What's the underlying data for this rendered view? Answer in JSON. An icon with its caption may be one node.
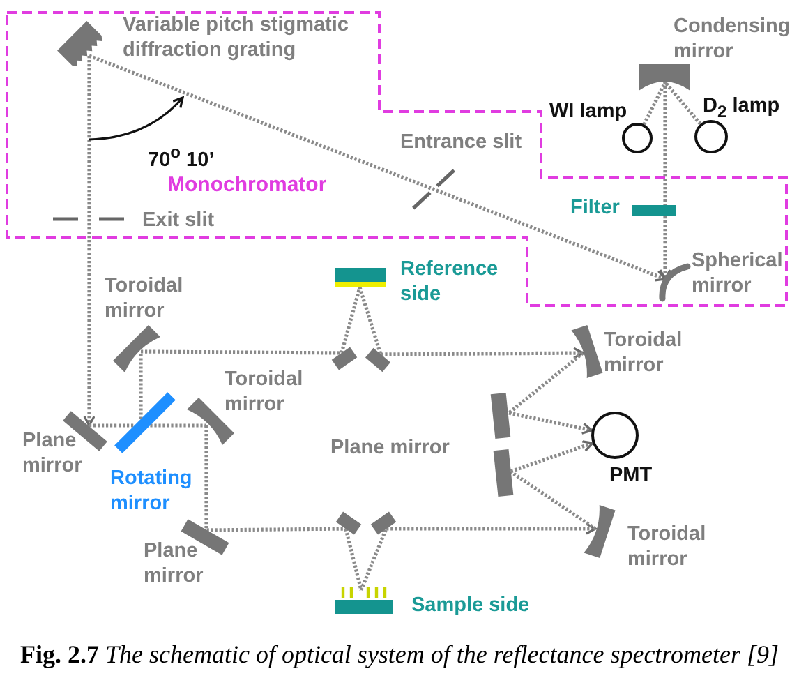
{
  "diagram": {
    "caption": "**Fig. 2.7** *The schematic of optical system of the reflectance spectrometer [9]*",
    "nodes": [
      {
        "text": [
          "Monochromator"
        ]
      },
      {
        "text": [],
        "shape": "picture",
        "in": 0,
        "beside": [
          "Variable pitch stigmatic diffraction grating"
        ]
      },
      {
        "text": [],
        "shape": "bar",
        "beside": [
          "Condensing mirror"
        ]
      },
      {
        "text": [],
        "shape": "circle",
        "beside": [
          "WI lamp"
        ]
      },
      {
        "text": [],
        "shape": "circle",
        "beside": [
          "D$_{2}$ lamp"
        ]
      },
      {
        "text": [],
        "shape": "arc",
        "in": 0,
        "beside": [
          "Spherical mirror"
        ]
      },
      {
        "text": [],
        "shape": "bar",
        "beside": [
          "Toroidal mirror"
        ]
      },
      {
        "text": [],
        "shape": "bar",
        "beside": [
          "Reference side"
        ]
      },
      {
        "text": [],
        "shape": "bar"
      },
      {
        "text": [],
        "shape": "bar"
      },
      {
        "text": [],
        "shape": "bar",
        "beside": [
          "Toroidal mirror"
        ]
      },
      {
        "text": [],
        "shape": "bar",
        "beside": [
          "Toroidal mirror"
        ]
      },
      {
        "text": [],
        "shape": "bar",
        "beside": [
          "Plane mirror"
        ]
      },
      {
        "text": [],
        "shape": "bar",
        "beside": [
          "Rotating mirror"
        ]
      },
      {
        "text": [],
        "shape": "bar"
      },
      {
        "text": [],
        "shape": "circle",
        "beside": [
          "PMT"
        ]
      },
      {
        "text": [],
        "shape": "bar"
      },
      {
        "text": [],
        "shape": "bar",
        "beside": [
          "Plane mirror"
        ]
      },
      {
        "text": [],
        "shape": "bar"
      },
      {
        "text": [],
        "shape": "bar"
      },
      {
        "text": [],
        "shape": "bar",
        "beside": [
          "Toroidal mirror"
        ]
      },
      {
        "text": [],
        "shape": "bar",
        "beside": [
          "Sample side"
        ]
      }
    ],
    "edges": [
      {
        "from": 3,
        "to": 2,
        "arrow": "none"
      },
      {
        "from": 4,
        "to": 2,
        "arrow": "none"
      },
      {
        "from": 2,
        "to": 5,
        "arrow": "to"
      },
      {
        "from": 1,
        "to": 5,
        "arrow": "to"
      },
      {
        "from": 1,
        "to": 12,
        "arrow": "to"
      },
      {
        "from": 12,
        "to": 13,
        "arrow": "none"
      },
      {
        "from": 13,
        "to": 11,
        "arrow": "none"
      },
      {
        "from": 13,
        "to": 6,
        "arrow": "none"
      },
      {
        "from": 6,
        "to": 8,
        "arrow": "none"
      },
      {
        "from": 8,
        "to": 7,
        "arrow": "none"
      },
      {
        "from": 7,
        "to": 9,
        "arrow": "none"
      },
      {
        "from": 9,
        "to": 10,
        "arrow": "to"
      },
      {
        "from": 10,
        "to": 14,
        "arrow": "none"
      },
      {
        "from": 14,
        "to": 15,
        "arrow": "to"
      },
      {
        "from": 11,
        "to": 17,
        "arrow": "none"
      },
      {
        "from": 17,
        "to": 18,
        "arrow": "none"
      },
      {
        "from": 18,
        "to": 21,
        "arrow": "none"
      },
      {
        "from": 21,
        "to": 19,
        "arrow": "none"
      },
      {
        "from": 19,
        "to": 20,
        "arrow": "to"
      },
      {
        "from": 20,
        "to": 16,
        "arrow": "none"
      },
      {
        "from": 16,
        "to": 15,
        "arrow": "to"
      }
    ],
    "labels": [
      "70$^{o}$ 10’",
      "Entrance slit",
      "Filter",
      "Exit slit",
      "Plane mirror"
    ]
  }
}
